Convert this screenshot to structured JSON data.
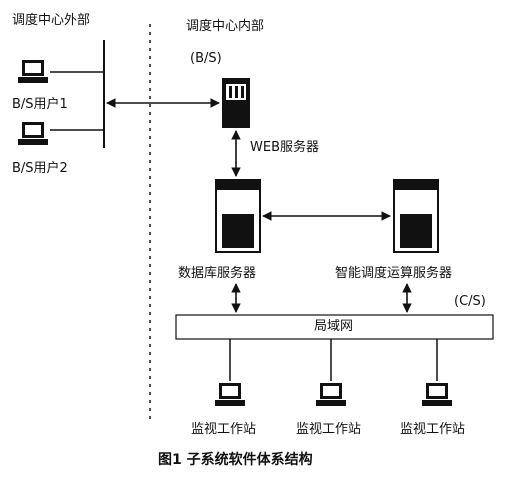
{
  "labels": {
    "outside": "调度中心外部",
    "inside": "调度中心内部",
    "bs_tag": "(B/S)",
    "cs_tag": "(C/S)",
    "web_server": "WEB服务器",
    "db_server": "数据库服务器",
    "calc_server": "智能调度运算服务器",
    "lan": "局域网",
    "caption": "图1  子系统软件体系结构"
  },
  "users": [
    {
      "label": "B/S用户1"
    },
    {
      "label": "B/S用户2"
    }
  ],
  "workstations": [
    {
      "label": "监视工作站"
    },
    {
      "label": "监视工作站"
    },
    {
      "label": "监视工作站"
    }
  ]
}
